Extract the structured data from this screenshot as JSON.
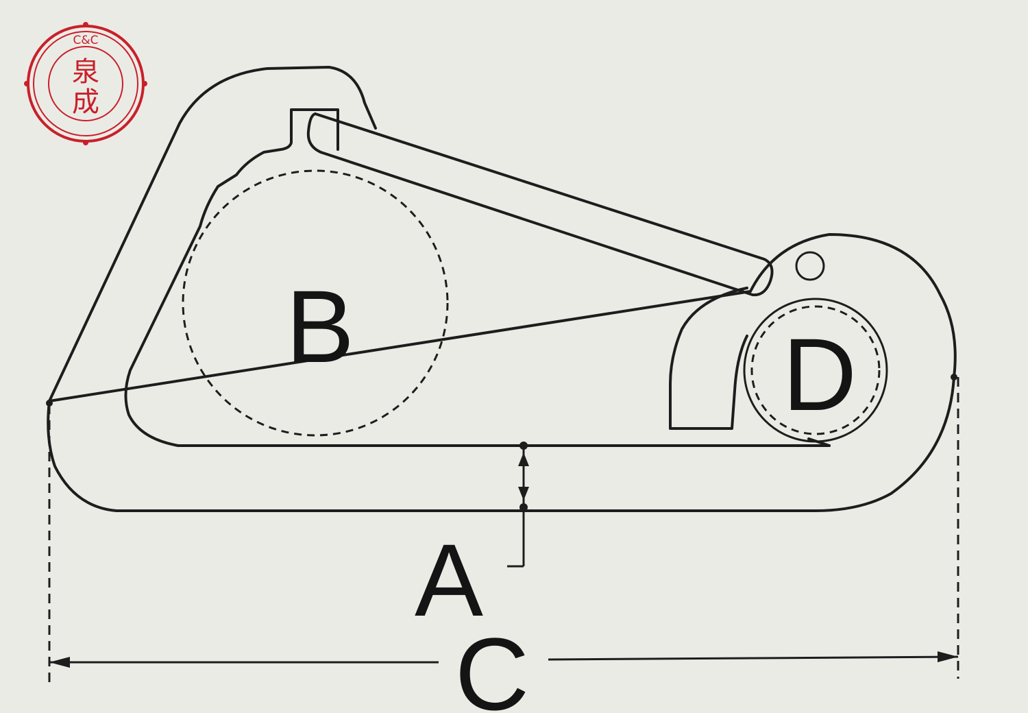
{
  "labels": {
    "a": "A",
    "b": "B",
    "c": "C",
    "d": "D"
  },
  "logo": {
    "top_text": "C&C",
    "char_top": "泉",
    "char_bottom": "成",
    "color": "#c8202a"
  },
  "colors": {
    "background": "#ebebe6",
    "line": "#1d1d1d"
  }
}
